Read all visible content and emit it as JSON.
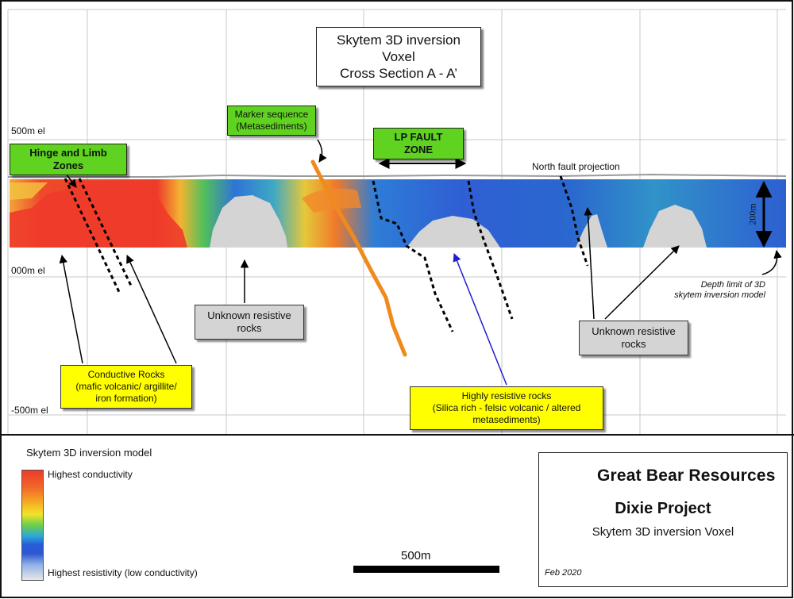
{
  "title_box": {
    "line1": "Skytem 3D inversion Voxel",
    "line2": "Cross Section A - A’"
  },
  "elevations": {
    "top": "500m el",
    "mid": "000m el",
    "bottom": "-500m el"
  },
  "labels": {
    "hinge": "Hinge and Limb Zones",
    "marker_line1": "Marker sequence",
    "marker_line2": "(Metasediments)",
    "lp_fault": "LP FAULT ZONE",
    "north_fault": "North fault projection",
    "depth_200": "200m",
    "depth_limit_line1": "Depth limit of 3D",
    "depth_limit_line2": "skytem inversion model",
    "unknown_left_line1": "Unknown resistive",
    "unknown_left_line2": "rocks",
    "unknown_right_line1": "Unknown resistive",
    "unknown_right_line2": "rocks",
    "conductive_line1": "Conductive Rocks",
    "conductive_line2": "(mafic volcanic/ argillite/",
    "conductive_line3": "iron formation)",
    "resistive_line1": "Highly resistive rocks",
    "resistive_line2": "(Silica rich - felsic volcanic / altered",
    "resistive_line3": "metasediments)"
  },
  "legend": {
    "title": "Skytem 3D inversion model",
    "high": "Highest conductivity",
    "low": "Highest resistivity (low conductivity)"
  },
  "scale": {
    "label": "500m"
  },
  "title_block": {
    "company": "Great Bear Resources",
    "project": "Dixie Project",
    "subtitle": "Skytem 3D inversion Voxel",
    "date": "Feb 2020"
  },
  "colors": {
    "conductive": "#ee3b2a",
    "resistive": "#2a5ad7",
    "grey_rock": "#d4d4d4",
    "marker": "#f08a1c",
    "label_yellow": "#ffff00",
    "label_green": "#5fd31f",
    "arrow_blue": "#1f1fcf"
  }
}
